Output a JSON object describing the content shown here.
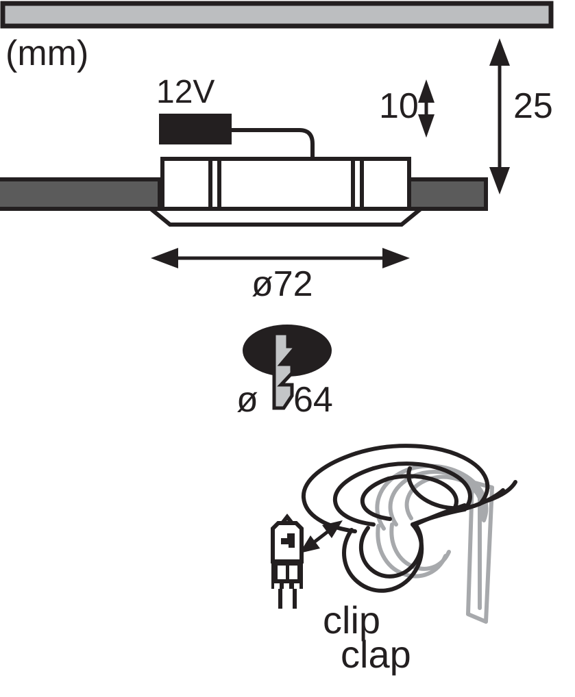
{
  "drawing": {
    "title": "Recessed luminaire dimension drawing",
    "unit_label": "(mm)",
    "voltage_label": "12V",
    "dimensions": {
      "total_height": "25",
      "protrusion_height": "10",
      "outer_diameter": "ø72",
      "cutout_diameter_symbol": "ø",
      "cutout_diameter_value": "64"
    },
    "instruction": {
      "line1": "clip",
      "line2": "clap"
    },
    "colors": {
      "line": "#231f20",
      "ceiling_slab": "#5b5b5b",
      "top_bar": "#bcbec0",
      "ghost_ring": "#a7a9ac",
      "bolt_fill": "#c3c5c7",
      "background": "#ffffff"
    },
    "icons": {
      "transformer": "transformer-box-icon",
      "cable": "cable-icon",
      "hole": "ceiling-hole-icon",
      "bolt": "lightning-bolt-icon",
      "lamp": "halogen-bulb-icon",
      "spring": "spring-clip-icon",
      "arrow_vertical_25": "dimension-arrow-vertical",
      "arrow_vertical_10": "dimension-arrow-double-vertical",
      "arrow_horizontal_72": "dimension-arrow-double-horizontal",
      "arrow_clip": "double-headed-motion-arrow"
    }
  }
}
